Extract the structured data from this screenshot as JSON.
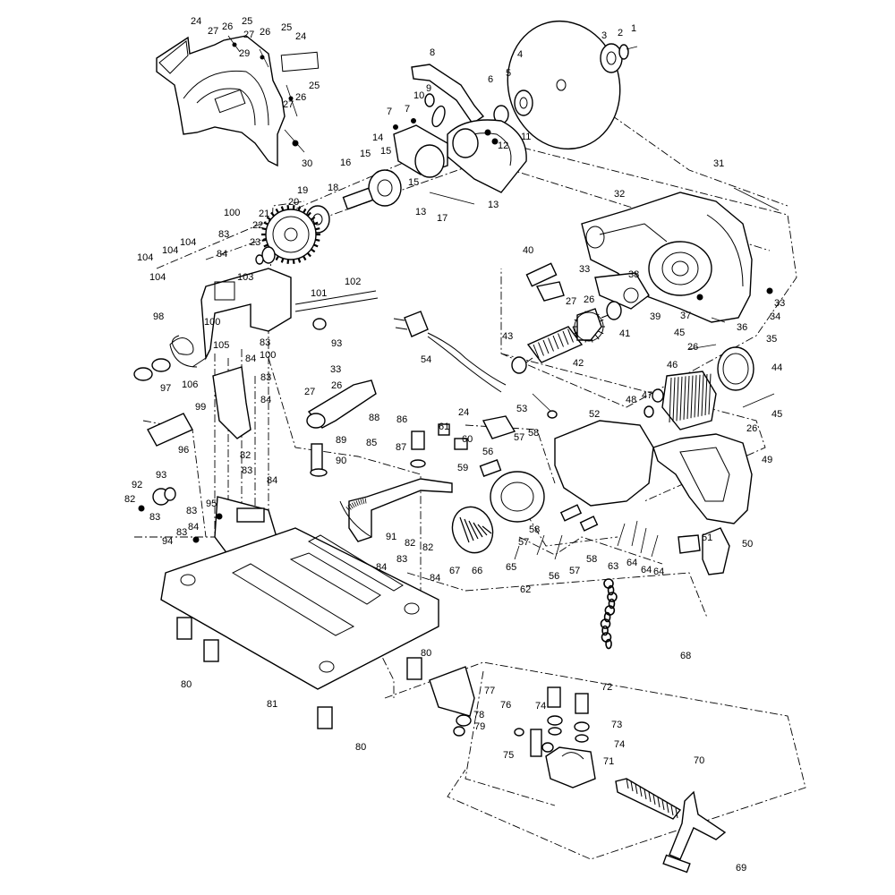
{
  "diagram": {
    "callouts": [
      {
        "id": "c-1",
        "label": "1"
      },
      {
        "id": "c-2",
        "label": "2"
      },
      {
        "id": "c-3",
        "label": "3"
      },
      {
        "id": "c-4",
        "label": "4"
      },
      {
        "id": "c-5",
        "label": "5"
      },
      {
        "id": "c-6",
        "label": "6"
      },
      {
        "id": "c-7a",
        "label": "7"
      },
      {
        "id": "c-7b",
        "label": "7"
      },
      {
        "id": "c-8",
        "label": "8"
      },
      {
        "id": "c-9",
        "label": "9"
      },
      {
        "id": "c-10",
        "label": "10"
      },
      {
        "id": "c-11",
        "label": "11"
      },
      {
        "id": "c-12",
        "label": "12"
      },
      {
        "id": "c-13a",
        "label": "13"
      },
      {
        "id": "c-13b",
        "label": "13"
      },
      {
        "id": "c-14",
        "label": "14"
      },
      {
        "id": "c-15a",
        "label": "15"
      },
      {
        "id": "c-15b",
        "label": "15"
      },
      {
        "id": "c-15c",
        "label": "15"
      },
      {
        "id": "c-16",
        "label": "16"
      },
      {
        "id": "c-17",
        "label": "17"
      },
      {
        "id": "c-18",
        "label": "18"
      },
      {
        "id": "c-19",
        "label": "19"
      },
      {
        "id": "c-20",
        "label": "20"
      },
      {
        "id": "c-21",
        "label": "21"
      },
      {
        "id": "c-22",
        "label": "22"
      },
      {
        "id": "c-23",
        "label": "23"
      },
      {
        "id": "c-24a",
        "label": "24"
      },
      {
        "id": "c-24b",
        "label": "24"
      },
      {
        "id": "c-24c",
        "label": "24"
      },
      {
        "id": "c-25a",
        "label": "25"
      },
      {
        "id": "c-25b",
        "label": "25"
      },
      {
        "id": "c-25c",
        "label": "25"
      },
      {
        "id": "c-26a",
        "label": "26"
      },
      {
        "id": "c-26b",
        "label": "26"
      },
      {
        "id": "c-26c",
        "label": "26"
      },
      {
        "id": "c-26d",
        "label": "26"
      },
      {
        "id": "c-26e",
        "label": "26"
      },
      {
        "id": "c-26f",
        "label": "26"
      },
      {
        "id": "c-26g",
        "label": "26"
      },
      {
        "id": "c-27a",
        "label": "27"
      },
      {
        "id": "c-27b",
        "label": "27"
      },
      {
        "id": "c-27c",
        "label": "27"
      },
      {
        "id": "c-27d",
        "label": "27"
      },
      {
        "id": "c-27e",
        "label": "27"
      },
      {
        "id": "c-29",
        "label": "29"
      },
      {
        "id": "c-30",
        "label": "30"
      },
      {
        "id": "c-31",
        "label": "31"
      },
      {
        "id": "c-32",
        "label": "32"
      },
      {
        "id": "c-33a",
        "label": "33"
      },
      {
        "id": "c-33b",
        "label": "33"
      },
      {
        "id": "c-33c",
        "label": "33"
      },
      {
        "id": "c-34",
        "label": "34"
      },
      {
        "id": "c-35",
        "label": "35"
      },
      {
        "id": "c-36",
        "label": "36"
      },
      {
        "id": "c-37",
        "label": "37"
      },
      {
        "id": "c-38",
        "label": "38"
      },
      {
        "id": "c-39",
        "label": "39"
      },
      {
        "id": "c-40",
        "label": "40"
      },
      {
        "id": "c-41",
        "label": "41"
      },
      {
        "id": "c-42",
        "label": "42"
      },
      {
        "id": "c-43",
        "label": "43"
      },
      {
        "id": "c-44",
        "label": "44"
      },
      {
        "id": "c-45a",
        "label": "45"
      },
      {
        "id": "c-45b",
        "label": "45"
      },
      {
        "id": "c-46",
        "label": "46"
      },
      {
        "id": "c-47",
        "label": "47"
      },
      {
        "id": "c-48",
        "label": "48"
      },
      {
        "id": "c-49",
        "label": "49"
      },
      {
        "id": "c-50",
        "label": "50"
      },
      {
        "id": "c-51",
        "label": "51"
      },
      {
        "id": "c-52",
        "label": "52"
      },
      {
        "id": "c-53",
        "label": "53"
      },
      {
        "id": "c-54",
        "label": "54"
      },
      {
        "id": "c-56a",
        "label": "56"
      },
      {
        "id": "c-56b",
        "label": "56"
      },
      {
        "id": "c-57a",
        "label": "57"
      },
      {
        "id": "c-57b",
        "label": "57"
      },
      {
        "id": "c-57c",
        "label": "57"
      },
      {
        "id": "c-58a",
        "label": "58"
      },
      {
        "id": "c-58b",
        "label": "58"
      },
      {
        "id": "c-58c",
        "label": "58"
      },
      {
        "id": "c-59",
        "label": "59"
      },
      {
        "id": "c-60",
        "label": "60"
      },
      {
        "id": "c-61",
        "label": "61"
      },
      {
        "id": "c-62",
        "label": "62"
      },
      {
        "id": "c-63",
        "label": "63"
      },
      {
        "id": "c-64a",
        "label": "64"
      },
      {
        "id": "c-64b",
        "label": "64"
      },
      {
        "id": "c-64c",
        "label": "64"
      },
      {
        "id": "c-65",
        "label": "65"
      },
      {
        "id": "c-66",
        "label": "66"
      },
      {
        "id": "c-67",
        "label": "67"
      },
      {
        "id": "c-68",
        "label": "68"
      },
      {
        "id": "c-69",
        "label": "69"
      },
      {
        "id": "c-70",
        "label": "70"
      },
      {
        "id": "c-71",
        "label": "71"
      },
      {
        "id": "c-72",
        "label": "72"
      },
      {
        "id": "c-73",
        "label": "73"
      },
      {
        "id": "c-74a",
        "label": "74"
      },
      {
        "id": "c-74b",
        "label": "74"
      },
      {
        "id": "c-75",
        "label": "75"
      },
      {
        "id": "c-76",
        "label": "76"
      },
      {
        "id": "c-77",
        "label": "77"
      },
      {
        "id": "c-78",
        "label": "78"
      },
      {
        "id": "c-79",
        "label": "79"
      },
      {
        "id": "c-80a",
        "label": "80"
      },
      {
        "id": "c-80b",
        "label": "80"
      },
      {
        "id": "c-80c",
        "label": "80"
      },
      {
        "id": "c-81",
        "label": "81"
      },
      {
        "id": "c-82a",
        "label": "82"
      },
      {
        "id": "c-82b",
        "label": "82"
      },
      {
        "id": "c-82c",
        "label": "82"
      },
      {
        "id": "c-82d",
        "label": "82"
      },
      {
        "id": "c-83a",
        "label": "83"
      },
      {
        "id": "c-83b",
        "label": "83"
      },
      {
        "id": "c-83c",
        "label": "83"
      },
      {
        "id": "c-83d",
        "label": "83"
      },
      {
        "id": "c-83e",
        "label": "83"
      },
      {
        "id": "c-83f",
        "label": "83"
      },
      {
        "id": "c-83g",
        "label": "83"
      },
      {
        "id": "c-83h",
        "label": "83"
      },
      {
        "id": "c-84a",
        "label": "84"
      },
      {
        "id": "c-84b",
        "label": "84"
      },
      {
        "id": "c-84c",
        "label": "84"
      },
      {
        "id": "c-84d",
        "label": "84"
      },
      {
        "id": "c-84e",
        "label": "84"
      },
      {
        "id": "c-84f",
        "label": "84"
      },
      {
        "id": "c-84g",
        "label": "84"
      },
      {
        "id": "c-85",
        "label": "85"
      },
      {
        "id": "c-86",
        "label": "86"
      },
      {
        "id": "c-87",
        "label": "87"
      },
      {
        "id": "c-88",
        "label": "88"
      },
      {
        "id": "c-89",
        "label": "89"
      },
      {
        "id": "c-90",
        "label": "90"
      },
      {
        "id": "c-91",
        "label": "91"
      },
      {
        "id": "c-92",
        "label": "92"
      },
      {
        "id": "c-93a",
        "label": "93"
      },
      {
        "id": "c-93b",
        "label": "93"
      },
      {
        "id": "c-94",
        "label": "94"
      },
      {
        "id": "c-95",
        "label": "95"
      },
      {
        "id": "c-96",
        "label": "96"
      },
      {
        "id": "c-97",
        "label": "97"
      },
      {
        "id": "c-98",
        "label": "98"
      },
      {
        "id": "c-99",
        "label": "99"
      },
      {
        "id": "c-100a",
        "label": "100"
      },
      {
        "id": "c-100b",
        "label": "100"
      },
      {
        "id": "c-100c",
        "label": "100"
      },
      {
        "id": "c-101",
        "label": "101"
      },
      {
        "id": "c-102",
        "label": "102"
      },
      {
        "id": "c-103",
        "label": "103"
      },
      {
        "id": "c-104a",
        "label": "104"
      },
      {
        "id": "c-104b",
        "label": "104"
      },
      {
        "id": "c-104c",
        "label": "104"
      },
      {
        "id": "c-104d",
        "label": "104"
      },
      {
        "id": "c-105",
        "label": "105"
      },
      {
        "id": "c-106",
        "label": "106"
      }
    ]
  }
}
